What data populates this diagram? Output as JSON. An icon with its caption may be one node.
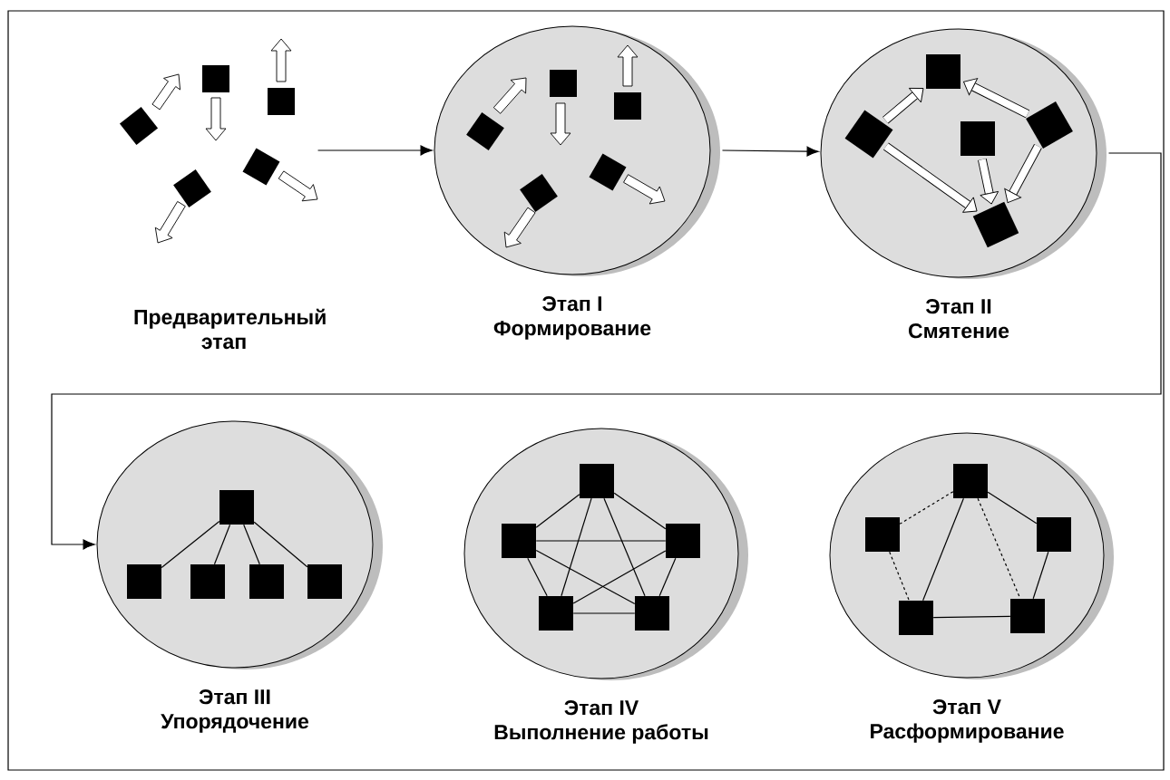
{
  "diagram": {
    "nodes": [
      {
        "text": [
          "Предварительный этап"
        ]
      },
      {
        "text": [
          "Этап I",
          "Формирование"
        ]
      },
      {
        "text": [
          "Этап II",
          "Смятение"
        ]
      },
      {
        "text": [],
        "shape": "box",
        "in": 2
      },
      {
        "text": [],
        "shape": "box",
        "in": 2
      },
      {
        "text": [],
        "shape": "box",
        "in": 2
      },
      {
        "text": [],
        "shape": "box",
        "in": 2
      },
      {
        "text": [],
        "shape": "box",
        "in": 2
      },
      {
        "text": [
          "Этап III",
          "Упорядочение"
        ]
      },
      {
        "text": [],
        "shape": "box",
        "in": 8
      },
      {
        "text": [],
        "shape": "box",
        "in": 8
      },
      {
        "text": [],
        "shape": "box",
        "in": 8
      },
      {
        "text": [],
        "shape": "box",
        "in": 8
      },
      {
        "text": [],
        "shape": "box",
        "in": 8
      },
      {
        "text": [
          "Этап IV",
          "Выполнение работы"
        ]
      },
      {
        "text": [],
        "shape": "box",
        "in": 14
      },
      {
        "text": [],
        "shape": "box",
        "in": 14
      },
      {
        "text": [],
        "shape": "box",
        "in": 14
      },
      {
        "text": [],
        "shape": "box",
        "in": 14
      },
      {
        "text": [],
        "shape": "box",
        "in": 14
      },
      {
        "text": [
          "Этап V",
          "Расформирование"
        ]
      },
      {
        "text": [],
        "shape": "box",
        "in": 20
      },
      {
        "text": [],
        "shape": "box",
        "in": 20
      },
      {
        "text": [],
        "shape": "box",
        "in": 20
      },
      {
        "text": [],
        "shape": "box",
        "in": 20
      },
      {
        "text": [],
        "shape": "box",
        "in": 20
      }
    ],
    "edges": [
      {
        "from": 0,
        "to": 1,
        "arrow": "to"
      },
      {
        "from": 1,
        "to": 2,
        "arrow": "to"
      },
      {
        "from": 2,
        "to": 8,
        "arrow": "to"
      },
      {
        "from": 5,
        "to": 3,
        "arrow": "to",
        "style": "thick"
      },
      {
        "from": 4,
        "to": 3,
        "arrow": "to",
        "style": "thick"
      },
      {
        "from": 5,
        "to": 7,
        "arrow": "to",
        "style": "thick"
      },
      {
        "from": 6,
        "to": 7,
        "arrow": "to",
        "style": "thick"
      },
      {
        "from": 4,
        "to": 7,
        "arrow": "to",
        "style": "thick"
      },
      {
        "from": 9,
        "to": 10,
        "arrow": "none"
      },
      {
        "from": 9,
        "to": 11,
        "arrow": "none"
      },
      {
        "from": 9,
        "to": 12,
        "arrow": "none"
      },
      {
        "from": 9,
        "to": 13,
        "arrow": "none"
      },
      {
        "from": 15,
        "to": 16,
        "arrow": "none"
      },
      {
        "from": 15,
        "to": 17,
        "arrow": "none"
      },
      {
        "from": 16,
        "to": 18,
        "arrow": "none"
      },
      {
        "from": 17,
        "to": 19,
        "arrow": "none"
      },
      {
        "from": 18,
        "to": 19,
        "arrow": "none"
      },
      {
        "from": 15,
        "to": 18,
        "arrow": "none"
      },
      {
        "from": 15,
        "to": 19,
        "arrow": "none"
      },
      {
        "from": 16,
        "to": 17,
        "arrow": "none"
      },
      {
        "from": 16,
        "to": 19,
        "arrow": "none"
      },
      {
        "from": 17,
        "to": 18,
        "arrow": "none"
      },
      {
        "from": 21,
        "to": 22,
        "arrow": "none",
        "style": "dashed"
      },
      {
        "from": 21,
        "to": 23,
        "arrow": "none"
      },
      {
        "from": 22,
        "to": 24,
        "arrow": "none",
        "style": "dashed"
      },
      {
        "from": 23,
        "to": 25,
        "arrow": "none"
      },
      {
        "from": 21,
        "to": 24,
        "arrow": "none"
      },
      {
        "from": 21,
        "to": 25,
        "arrow": "none",
        "style": "dashed"
      },
      {
        "from": 24,
        "to": 25,
        "arrow": "none"
      }
    ]
  }
}
